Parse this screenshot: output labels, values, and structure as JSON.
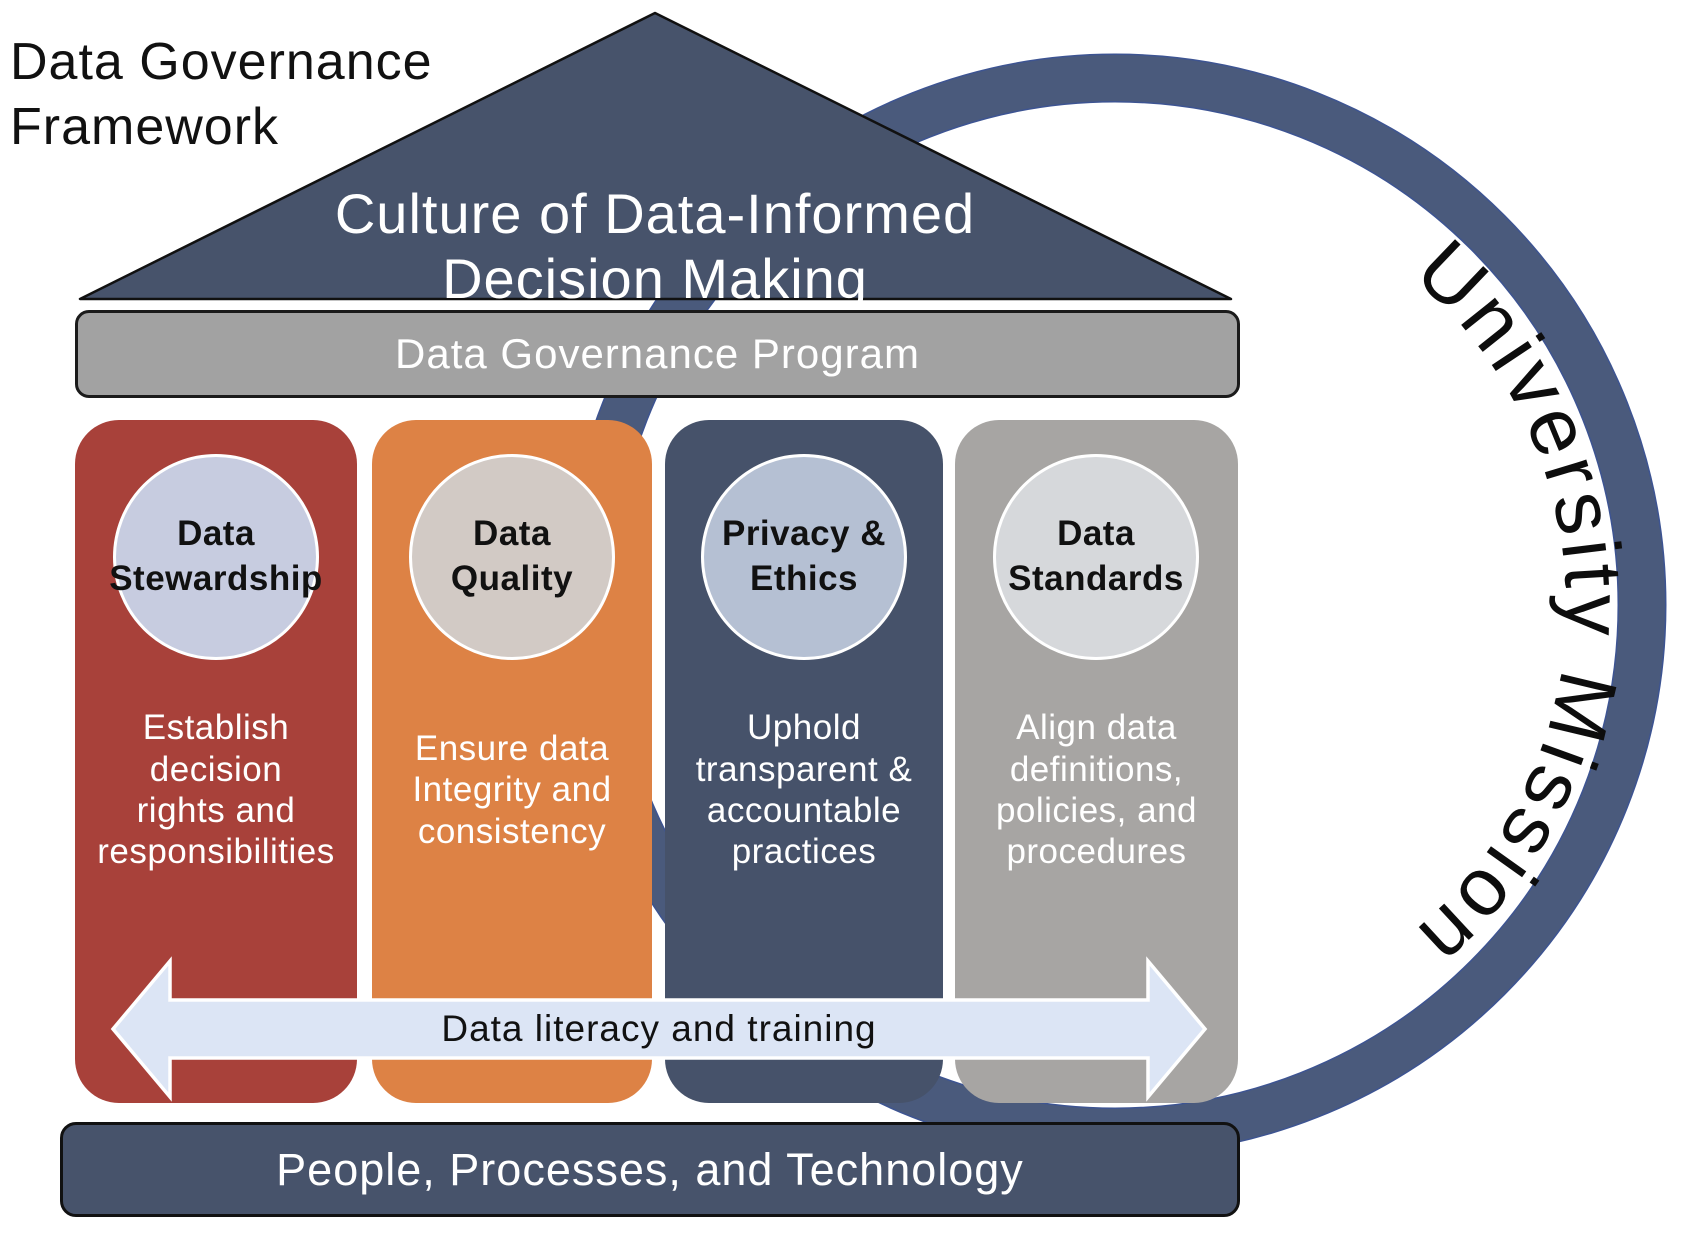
{
  "title": "Data Governance\nFramework",
  "roof": {
    "label": "Culture of Data-Informed\nDecision Making",
    "color": "#47536B"
  },
  "program_bar": {
    "label": "Data Governance Program",
    "color": "#A2A2A2"
  },
  "pillars": [
    {
      "circle_label": "Data\nStewardship",
      "description": "Establish\ndecision\nrights and\nresponsibilities",
      "color": "#A8413A",
      "circle_color": "#C7CCE0"
    },
    {
      "circle_label": "Data\nQuality",
      "description": "Ensure data\nIntegrity and\nconsistency",
      "color": "#DD8245",
      "circle_color": "#D2CAC5"
    },
    {
      "circle_label": "Privacy &\nEthics",
      "description": "Uphold\ntransparent &\naccountable\npractices",
      "color": "#46526A",
      "circle_color": "#B5C0D3"
    },
    {
      "circle_label": "Data\nStandards",
      "description": "Align data\ndefinitions,\npolicies, and\nprocedures",
      "color": "#A7A5A3",
      "circle_color": "#D6D8DB"
    }
  ],
  "arrow": {
    "label": "Data literacy and training",
    "color": "#DCE5F5"
  },
  "foundation_bar": {
    "label": "People, Processes, and Technology",
    "color": "#47536B"
  },
  "mission_ring": {
    "label": "University Mission",
    "ring_color": "#4A5A7C",
    "ring_edge_color": "#3D5492"
  }
}
